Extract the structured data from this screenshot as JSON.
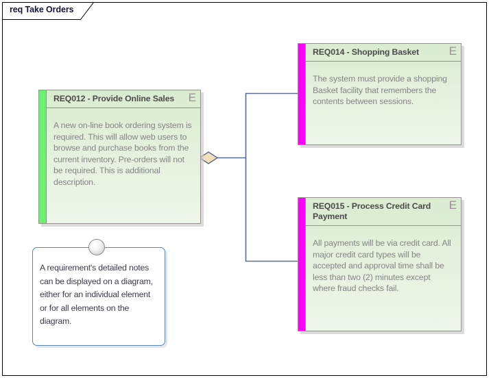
{
  "diagram": {
    "title": "req Take Orders",
    "type": "requirements-diagram",
    "background_color": "#ffffff",
    "frame_border_color": "#000000"
  },
  "colors": {
    "element_fill_top": "#d9ecd0",
    "element_fill_bottom": "#eef7ea",
    "element_border": "#9a8f8f",
    "green_bar": "#6bf072",
    "magenta_bar": "#ff00ff",
    "connector_line": "#5a6a91",
    "diamond_fill": "#f5dfba",
    "note_border": "#5a87b0",
    "title_text": "#4a4a4a",
    "body_text": "#848484",
    "note_text": "#3a3a4a"
  },
  "elements": [
    {
      "id": "req012",
      "title": "REQ012 - Provide Online Sales",
      "notes": "A new on-line book ordering system is required. This will allow web users to browse and purchase books from the current inventory. Pre-orders will not be required.  This is additional description.",
      "bar_color_name": "green",
      "external_icon": "E"
    },
    {
      "id": "req014",
      "title": "REQ014 - Shopping Basket",
      "notes": "The system must provide a shopping Basket facility that remembers the contents between sessions.",
      "bar_color_name": "magenta",
      "external_icon": "E"
    },
    {
      "id": "req015",
      "title": "REQ015 - Process Credit Card Payment",
      "notes": "All payments will be via credit card. All major credit card types will be accepted and approval time shall be less than two (2) minutes except where fraud checks fail.",
      "bar_color_name": "magenta",
      "external_icon": "E"
    }
  ],
  "note": {
    "text": "A requirement's detailed notes can be displayed on a diagram, either for an individual element or for all elements on the diagram.",
    "pin_icon": "note-pin-circle"
  },
  "connectors": [
    {
      "name": "aggregation-req012-to-req014",
      "source": "req012",
      "target": "req014",
      "marker": "aggregation-diamond"
    },
    {
      "name": "aggregation-req012-to-req015",
      "source": "req012",
      "target": "req015",
      "marker": "aggregation-diamond"
    }
  ]
}
